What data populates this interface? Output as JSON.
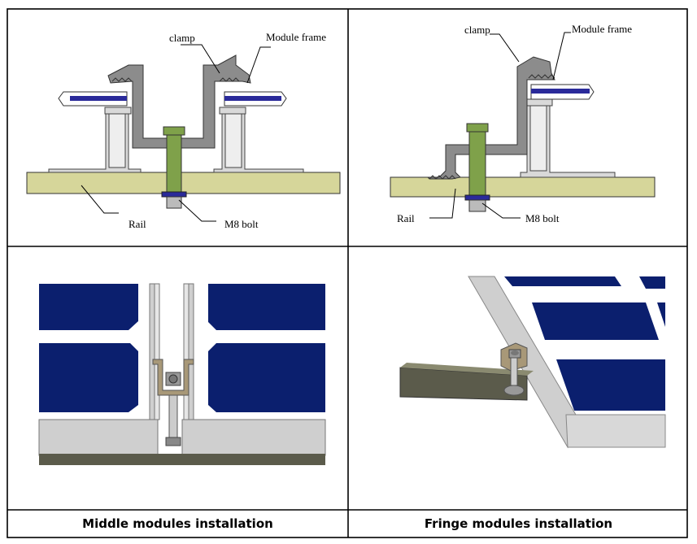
{
  "top_left": {
    "labels": {
      "clamp": "clamp",
      "module_frame": "Module frame",
      "rail": "Rail",
      "bolt": "M8 bolt"
    }
  },
  "top_right": {
    "labels": {
      "clamp": "clamp",
      "module_frame": "Module frame",
      "rail": "Rail",
      "bolt": "M8 bolt"
    }
  },
  "captions": {
    "middle": "Middle modules installation",
    "fringe": "Fringe modules installation"
  },
  "colors": {
    "rail": "#d6d69a",
    "bolt": "#7fa14a",
    "clamp": "#8c8c8c",
    "frame": "#d9d9d9",
    "glass_band": "#2a2a9a",
    "solar_cell": "#0b1f6e",
    "photo_rail": "#5b5b4b"
  }
}
